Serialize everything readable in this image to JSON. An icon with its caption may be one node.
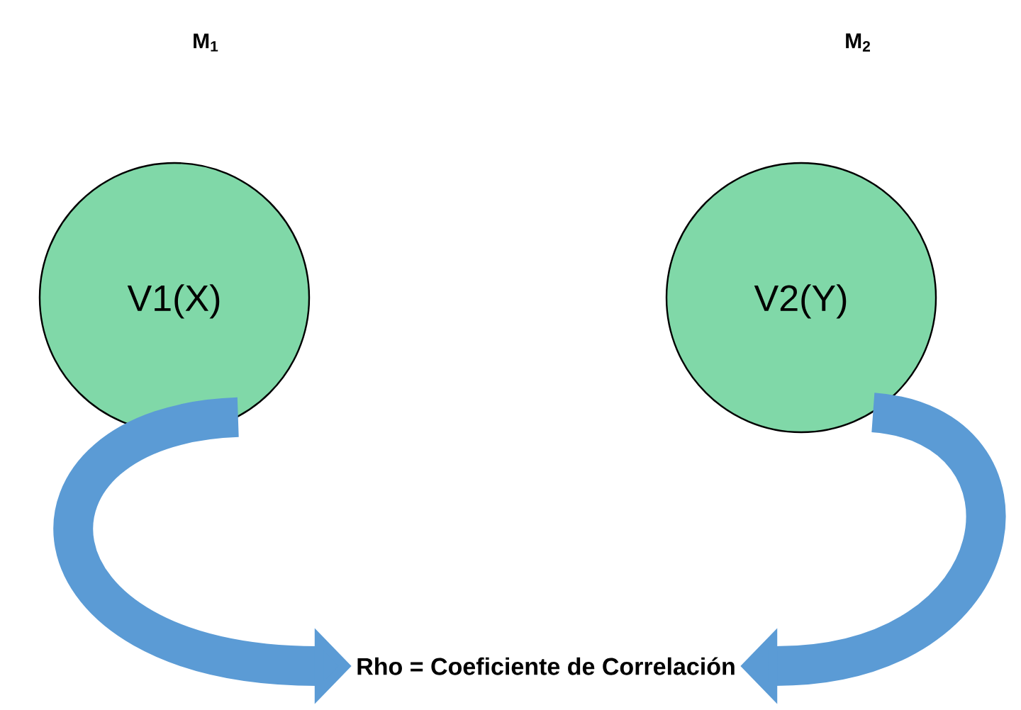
{
  "diagram": {
    "nodes": [
      {
        "text": [
          "V1(X)"
        ]
      },
      {
        "text": [
          "V2(Y)"
        ]
      },
      {
        "text": [
          "Rho = Coeficiente de Correlación"
        ]
      }
    ],
    "edges": [
      {
        "from": 0,
        "to": 2,
        "arrow": "to"
      },
      {
        "from": 1,
        "to": 2,
        "arrow": "to"
      }
    ],
    "labels": [
      "M$_{1}$",
      "M$_{2}$"
    ]
  }
}
